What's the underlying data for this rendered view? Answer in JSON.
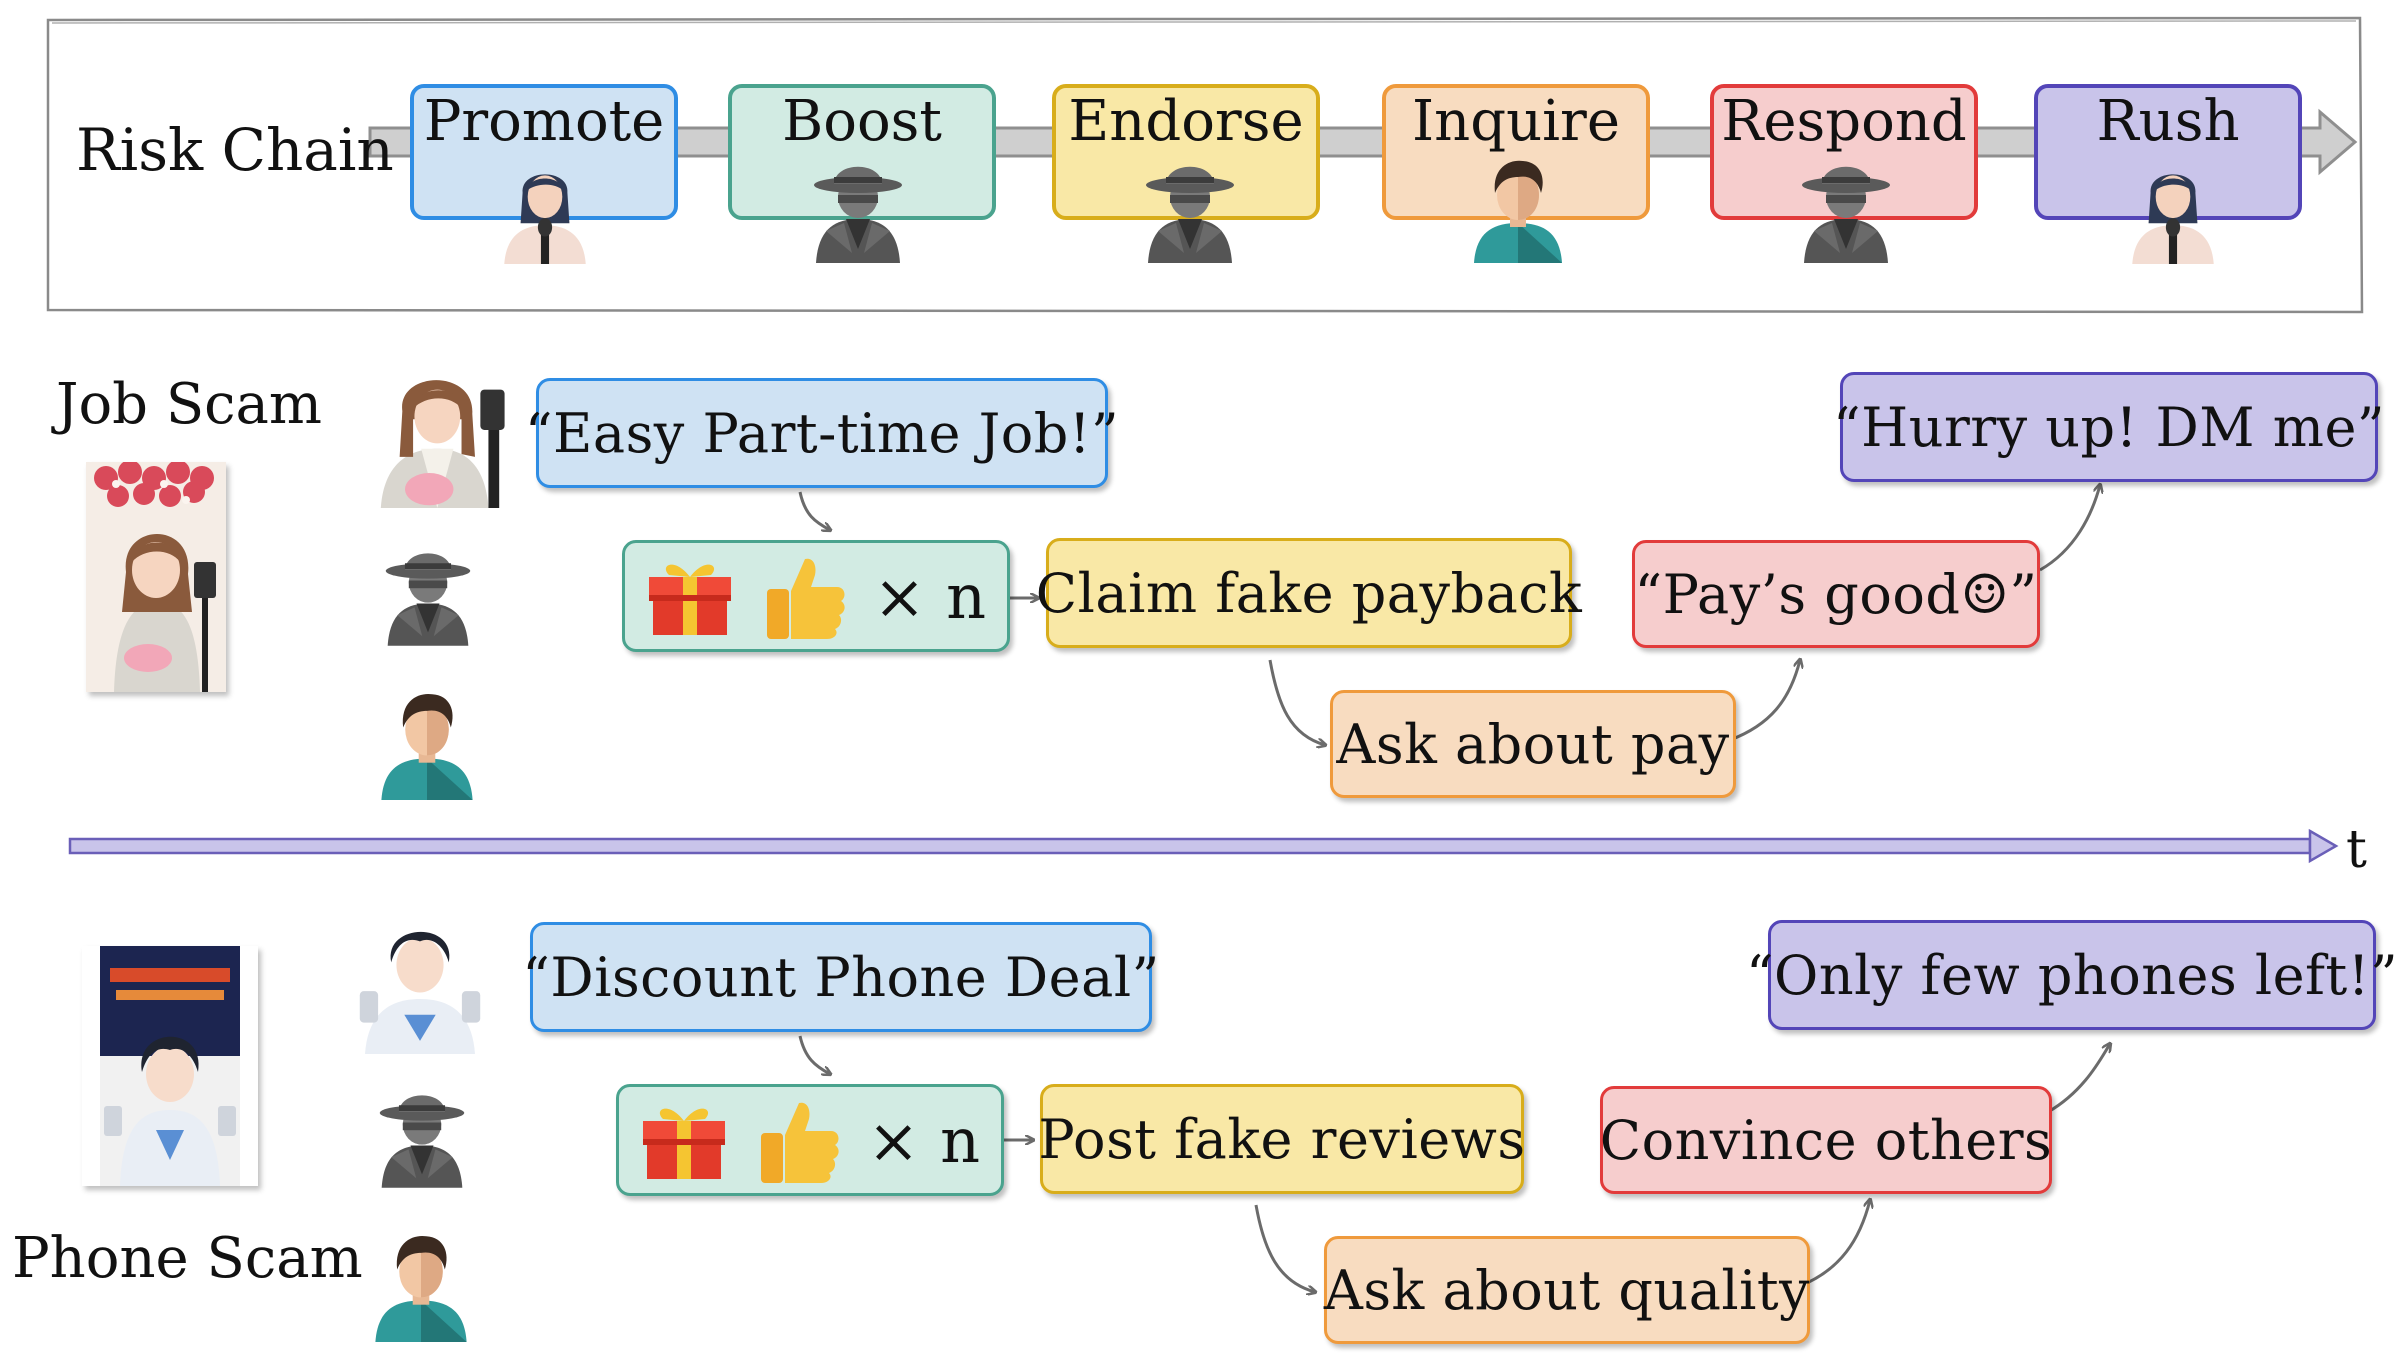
{
  "risk_chain": {
    "title": "Risk Chain",
    "stages": [
      {
        "label": "Promote",
        "color": "blue",
        "actor": "streamer-avatar-icon"
      },
      {
        "label": "Boost",
        "color": "teal",
        "actor": "hidden-agent-icon"
      },
      {
        "label": "Endorse",
        "color": "yellow",
        "actor": "hidden-agent-icon"
      },
      {
        "label": "Inquire",
        "color": "orange",
        "actor": "viewer-avatar-icon"
      },
      {
        "label": "Respond",
        "color": "red",
        "actor": "hidden-agent-icon"
      },
      {
        "label": "Rush",
        "color": "purple",
        "actor": "streamer-avatar-icon"
      }
    ]
  },
  "timeline": {
    "axis_label": "t"
  },
  "job_scam": {
    "title": "Job Scam",
    "promote": "“Easy Part-time Job!”",
    "boost_multiplier": "× n",
    "endorse": "Claim fake payback",
    "inquire": "Ask about pay",
    "respond": "“Pay’s good☺”",
    "rush": "“Hurry up! DM me”"
  },
  "phone_scam": {
    "title": "Phone Scam",
    "promote": "“Discount Phone Deal”",
    "boost_multiplier": "× n",
    "endorse": "Post fake reviews",
    "inquire": "Ask about quality",
    "respond": "Convince others",
    "rush": "“Only few phones left!”"
  },
  "colors": {
    "blue_fill": "#cfe2f3",
    "blue_border": "#2f8de4",
    "teal_fill": "#d2ebe3",
    "teal_border": "#4aa38e",
    "yellow_fill": "#f9e8a6",
    "yellow_border": "#d8ad1b",
    "orange_fill": "#f8dcc0",
    "orange_border": "#ef9a3c",
    "red_fill": "#f6cdcd",
    "red_border": "#e23b3b",
    "purple_fill": "#c9c4ea",
    "purple_border": "#5345b8",
    "timeline": "#c9c4ea"
  }
}
